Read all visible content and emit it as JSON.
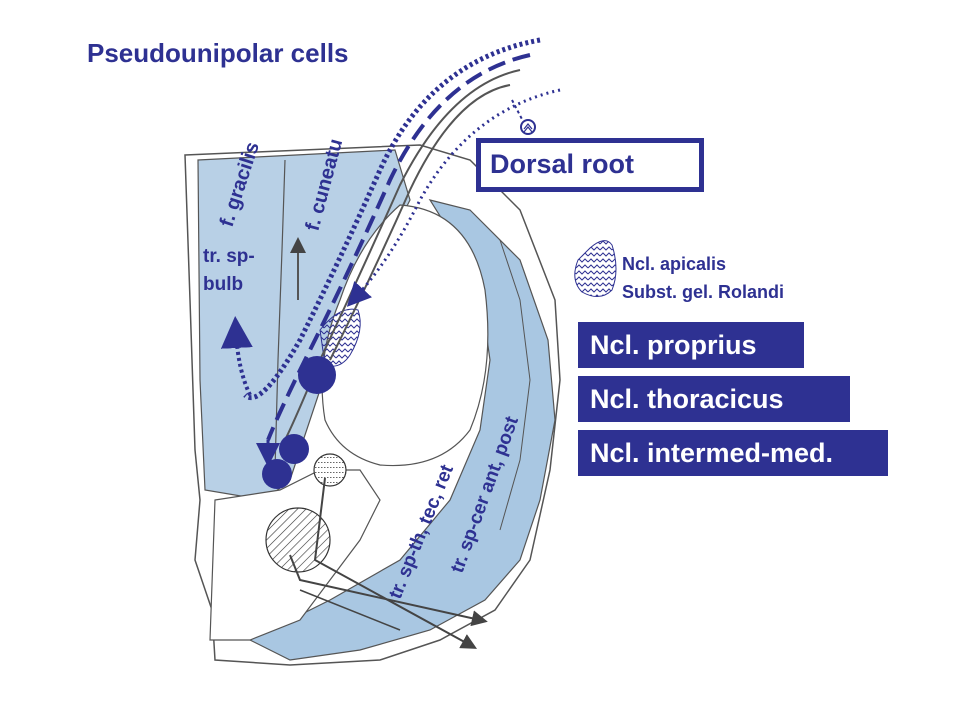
{
  "title": "Pseudounipolar cells",
  "colors": {
    "accent": "#2e3192",
    "white_matter": "#b8d0e6",
    "white_matter_dark": "#8fb6d8",
    "outline": "#555555"
  },
  "labels": {
    "f_gracilis": "f. gracilis",
    "f_cuneatu": "f. cuneatu",
    "tr_sp_bulb_1": "tr. sp-",
    "tr_sp_bulb_2": "bulb",
    "tr_sp_th": "tr. sp-th, tec, ret",
    "tr_sp_cer": "tr. sp-cer ant, post"
  },
  "boxes": {
    "dorsal_root": "Dorsal root",
    "ncl_proprius": "Ncl. proprius",
    "ncl_thoracicus": "Ncl. thoracicus",
    "ncl_intermed_med": "Ncl. intermed-med."
  },
  "legend": {
    "line1": "Ncl. apicalis",
    "line2": "Subst. gel. Rolandi"
  }
}
